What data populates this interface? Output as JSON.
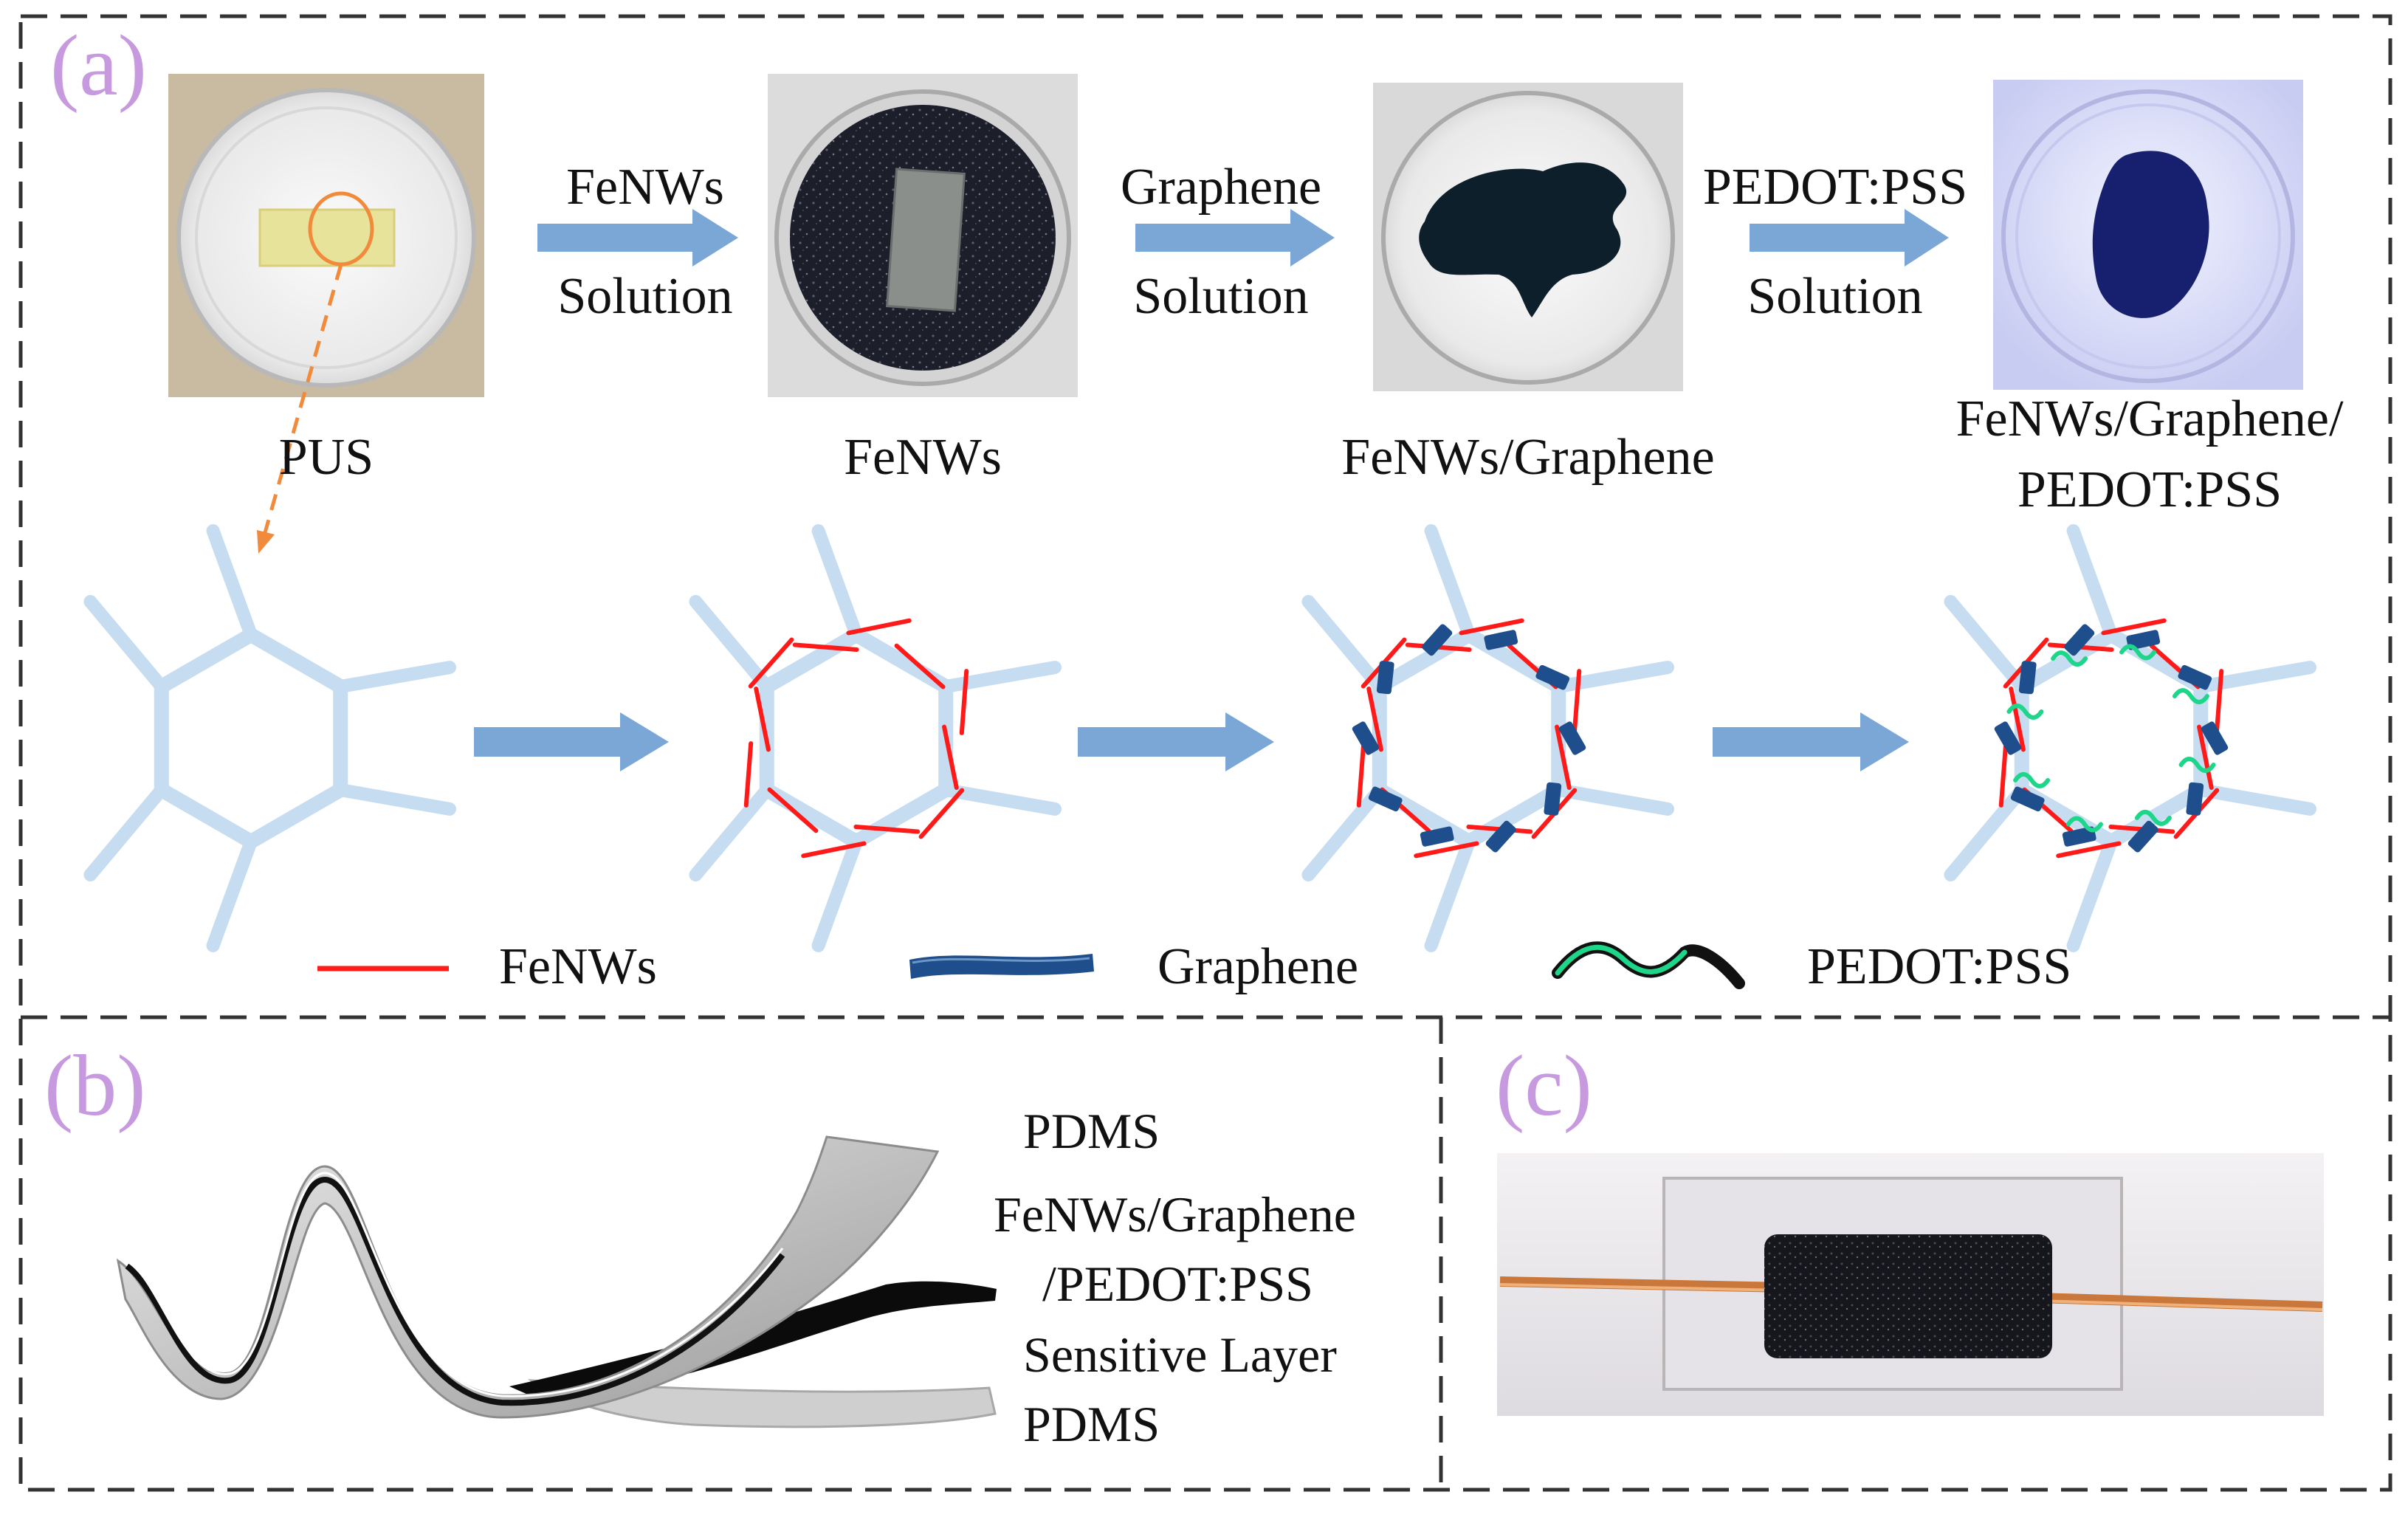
{
  "panel_a": {
    "label": "(a)",
    "steps": [
      {
        "reagent_line1": "FeNWs",
        "reagent_line2": "Solution"
      },
      {
        "reagent_line1": "Graphene",
        "reagent_line2": "Solution"
      },
      {
        "reagent_line1": "PEDOT:PSS",
        "reagent_line2": "Solution"
      }
    ],
    "dishes": [
      {
        "caption": "PUS",
        "caption_line2": ""
      },
      {
        "caption": "FeNWs",
        "caption_line2": ""
      },
      {
        "caption": "FeNWs/Graphene",
        "caption_line2": ""
      },
      {
        "caption": "FeNWs/Graphene/",
        "caption_line2": "PEDOT:PSS"
      }
    ],
    "legend": [
      {
        "label": "FeNWs",
        "color": "#ff1a1a"
      },
      {
        "label": "Graphene",
        "color": "#1f4e8c"
      },
      {
        "label": "PEDOT:PSS",
        "color": "#1ed68a"
      }
    ]
  },
  "panel_b": {
    "label": "(b)",
    "layers": [
      "PDMS",
      "FeNWs/Graphene",
      "/PEDOT:PSS",
      "Sensitive Layer",
      "PDMS"
    ]
  },
  "panel_c": {
    "label": "(c)"
  },
  "colors": {
    "label_purple": "#c79ae0",
    "arrow_blue": "#7ba7d6",
    "skeleton_blue": "#c6dcf0",
    "feNW_red": "#ff1a1a",
    "graphene_navy": "#1f4e8c",
    "pedot_green": "#1ed68a",
    "marker_orange": "#f28a3c"
  }
}
